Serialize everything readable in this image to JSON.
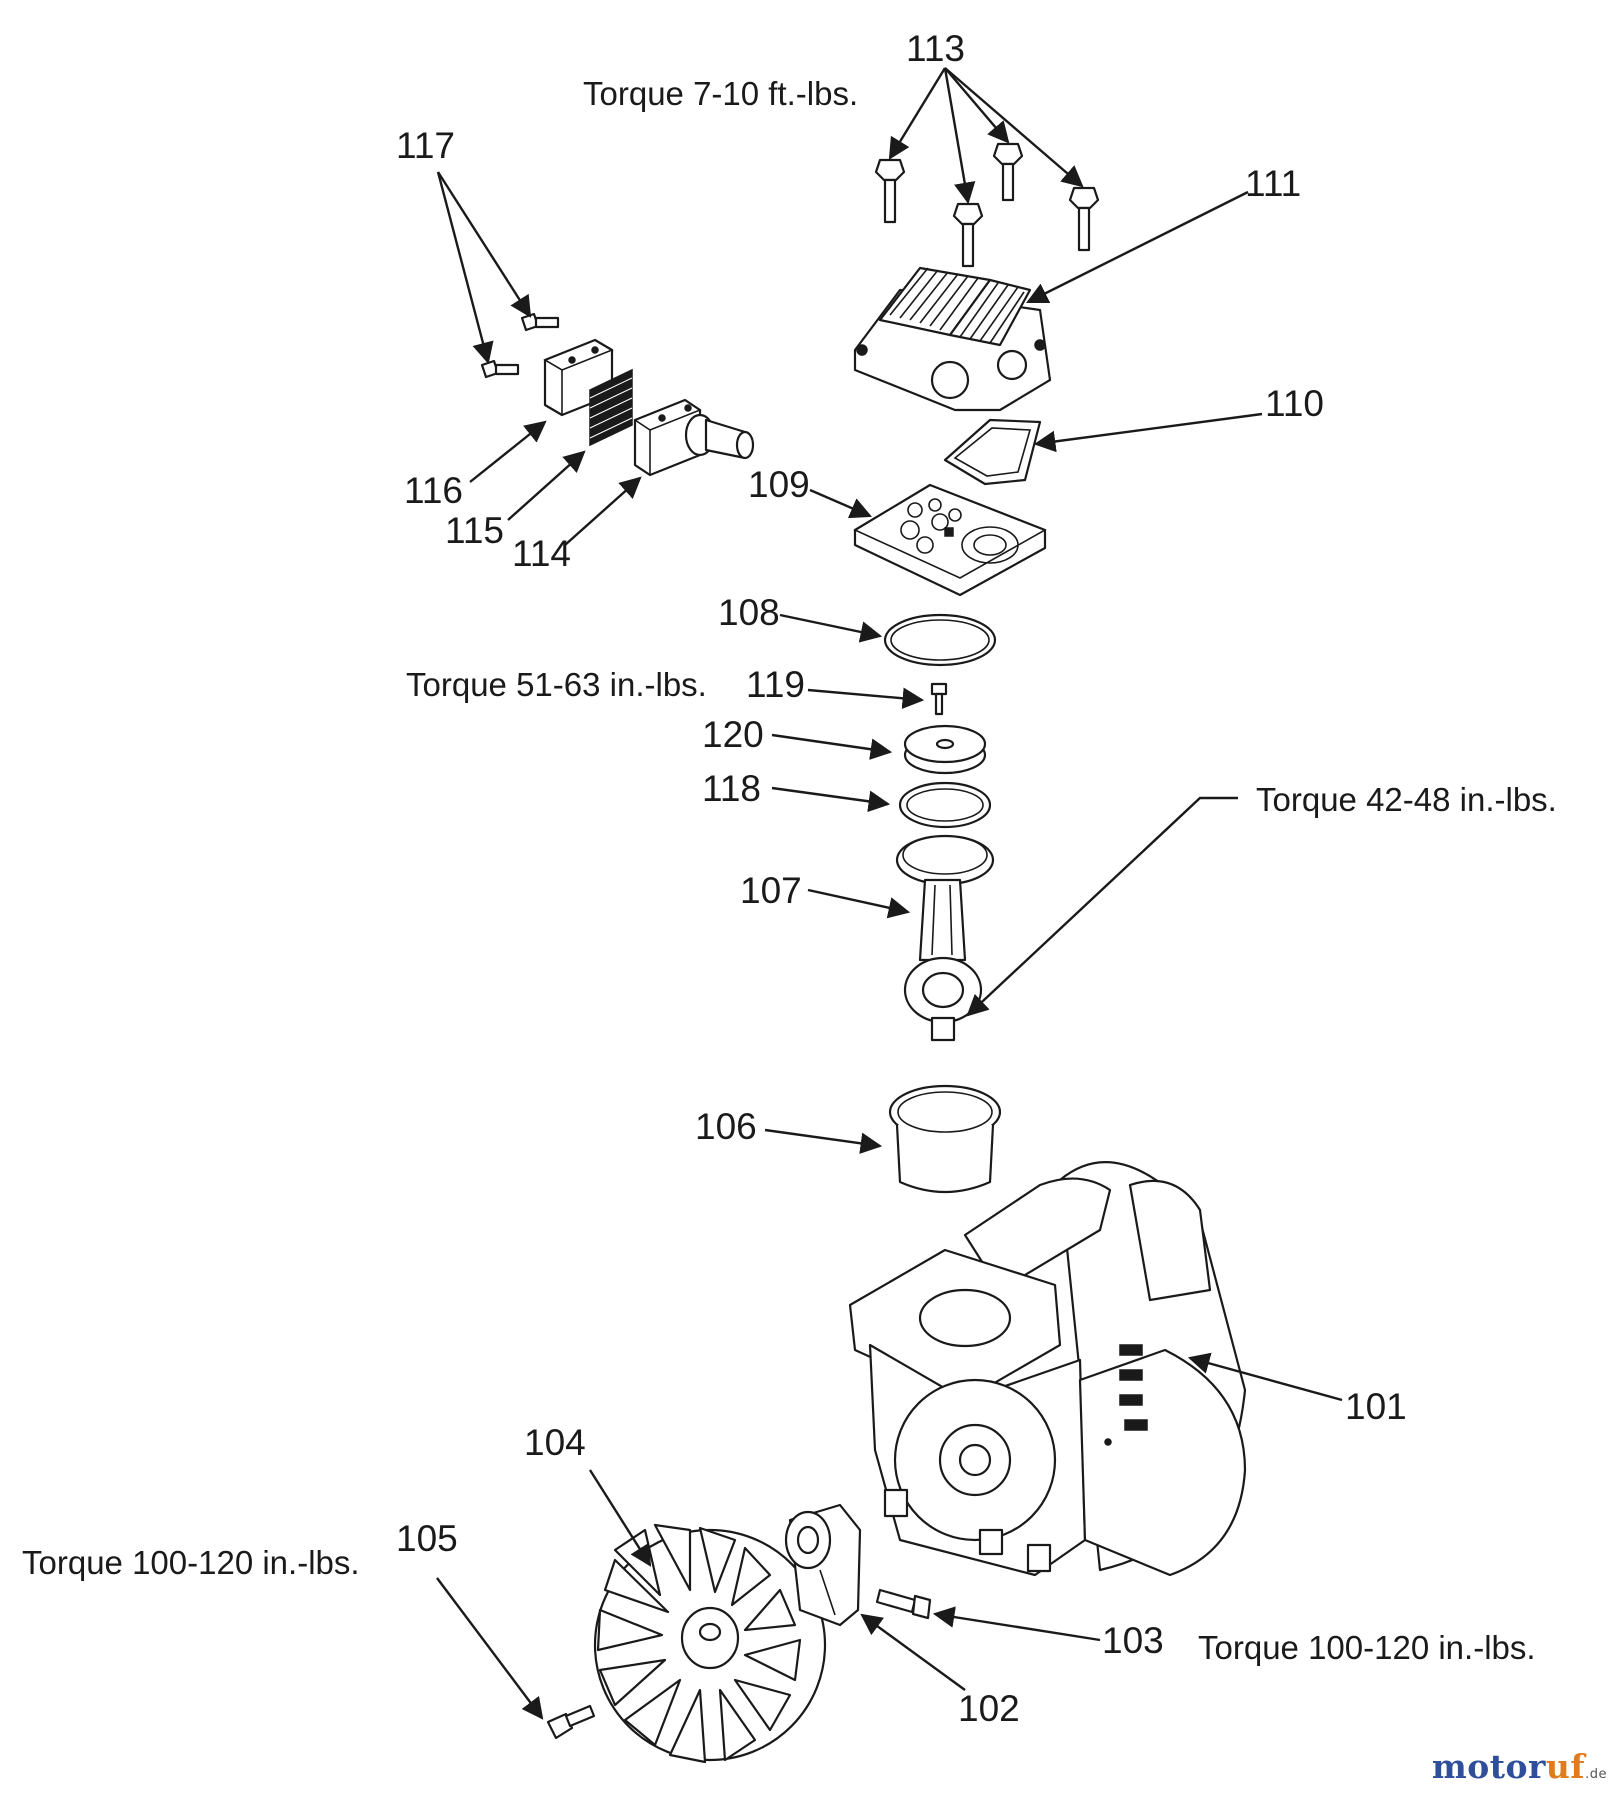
{
  "callouts": [
    {
      "id": "113",
      "text": "113"
    },
    {
      "id": "117",
      "text": "117"
    },
    {
      "id": "111",
      "text": "111"
    },
    {
      "id": "110",
      "text": "110"
    },
    {
      "id": "116",
      "text": "116"
    },
    {
      "id": "115",
      "text": "115"
    },
    {
      "id": "114",
      "text": "114"
    },
    {
      "id": "109",
      "text": "109"
    },
    {
      "id": "108",
      "text": "108"
    },
    {
      "id": "119",
      "text": "119"
    },
    {
      "id": "120",
      "text": "120"
    },
    {
      "id": "118",
      "text": "118"
    },
    {
      "id": "107",
      "text": "107"
    },
    {
      "id": "106",
      "text": "106"
    },
    {
      "id": "101",
      "text": "101"
    },
    {
      "id": "104",
      "text": "104"
    },
    {
      "id": "105",
      "text": "105"
    },
    {
      "id": "103",
      "text": "103"
    },
    {
      "id": "102",
      "text": "102"
    }
  ],
  "torque_notes": [
    {
      "id": "head-bolts",
      "text": "Torque  7-10 ft.-lbs."
    },
    {
      "id": "valve-screw",
      "text": "Torque  51-63 in.-lbs."
    },
    {
      "id": "connecting-rod",
      "text": "Torque  42-48 in.-lbs."
    },
    {
      "id": "fan-bolt",
      "text": "Torque 100-120 in.-lbs."
    },
    {
      "id": "eccentric-bolt",
      "text": "Torque 100-120 in.-lbs."
    }
  ],
  "watermark": {
    "brand_a": "motor",
    "brand_b": "uf",
    "suffix": ".de"
  },
  "colors": {
    "line": "#1a1a1a",
    "background": "#ffffff",
    "watermark_blue": "#2f4f9a",
    "watermark_orange": "#e07b1f"
  }
}
